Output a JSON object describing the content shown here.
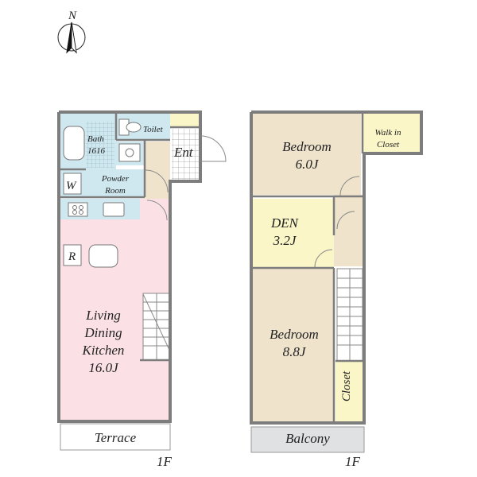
{
  "compass": {
    "north_label": "N"
  },
  "floor1": {
    "label": "1F",
    "rooms": {
      "bath": "Bath",
      "bath_size": "1616",
      "toilet": "Toilet",
      "entrance": "Ent",
      "washer": "W",
      "powder_room_line1": "Powder",
      "powder_room_line2": "Room",
      "fridge": "R",
      "ldk_line1": "Living",
      "ldk_line2": "Dining",
      "ldk_line3": "Kitchen",
      "ldk_size": "16.0J",
      "terrace": "Terrace"
    }
  },
  "floor2": {
    "label": "1F",
    "rooms": {
      "bedroom1": "Bedroom",
      "bedroom1_size": "6.0J",
      "walk_in_line1": "Walk in",
      "walk_in_line2": "Closet",
      "den": "DEN",
      "den_size": "3.2J",
      "bedroom2": "Bedroom",
      "bedroom2_size": "8.8J",
      "closet": "Closet",
      "balcony": "Balcony"
    }
  },
  "colors": {
    "wet_area": "#cfe8f0",
    "ldk": "#fbe1e6",
    "bedroom": "#efe3cc",
    "closet": "#fbf6c8",
    "entrance_tile": "#ffffff",
    "terrace": "#ffffff",
    "balcony": "#dfe1e3",
    "wall": "#7d7d7d"
  }
}
